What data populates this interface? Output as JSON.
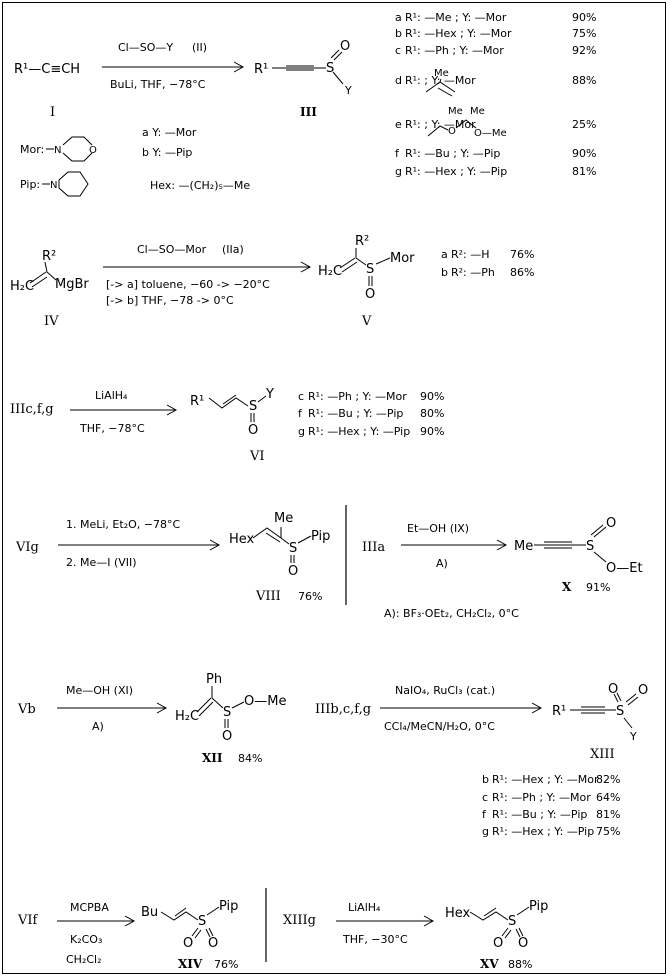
{
  "blocks": [
    {
      "reactant_text": "R¹—C≡CH",
      "reactant_label": "I",
      "reagent_top": "Cl—SO—Y",
      "reagent_top_num": "(II)",
      "conditions": "BuLi,   THF,   −78°C",
      "product_label": "III",
      "table": [
        {
          "k": "a",
          "r": "R¹: —Me ; Y: —Mor",
          "y": "90%"
        },
        {
          "k": "b",
          "r": "R¹: —Hex ; Y: —Mor",
          "y": "75%"
        },
        {
          "k": "c",
          "r": "R¹: —Ph ; Y: —Mor",
          "y": "92%"
        },
        {
          "k": "d",
          "r": "R¹:               ; Y: —Mor",
          "y": "88%"
        },
        {
          "k": "e",
          "r": "R¹:                            ; Y: —Mor",
          "y": "25%"
        },
        {
          "k": "f",
          "r": "R¹: —Bu ; Y: —Pip",
          "y": "90%"
        },
        {
          "k": "g",
          "r": "R¹: —Hex ; Y: —Pip",
          "y": "81%"
        }
      ],
      "ylegend": [
        "a  Y: —Mor",
        "b  Y: —Pip"
      ],
      "mor": "Mor:",
      "pip": "Pip:",
      "hex": "Hex:  —(CH₂)₅—Me"
    },
    {
      "reactant_label": "IV",
      "reagent_top": "Cl—SO—Mor",
      "reagent_top_num": "(IIa)",
      "cond1": "[-> a]  toluene,  −60 -> −20°C",
      "cond2": "[-> b]  THF,   −78 -> 0°C",
      "product_label": "V",
      "table": [
        {
          "k": "a",
          "r": "R²: —H",
          "y": "76%"
        },
        {
          "k": "b",
          "r": "R²: —Ph",
          "y": "86%"
        }
      ]
    },
    {
      "reactant_text": "IIIc,f,g",
      "reagent_top": "LiAlH₄",
      "conditions": "THF,   −78°C",
      "product_label": "VI",
      "table": [
        {
          "k": "c",
          "r": "R¹: —Ph ; Y: —Mor",
          "y": "90%"
        },
        {
          "k": "f",
          "r": "R¹: —Bu ; Y: —Pip",
          "y": "80%"
        },
        {
          "k": "g",
          "r": "R¹: —Hex ; Y: —Pip",
          "y": "90%"
        }
      ]
    },
    {
      "left_reactant": "VIg",
      "left_cond1": "1. MeLi,    Et₂O,   −78°C",
      "left_cond2": "2. Me—I     (VII)",
      "left_product_label": "VIII",
      "left_yield": "76%",
      "right_reactant": "IIIa",
      "right_reagent": "Et—OH     (IX)",
      "right_cond": "A)",
      "right_product_text": "Me—C≡C—S",
      "right_product_label": "X",
      "right_yield": "91%",
      "footnote": "A):   BF₃·OEt₂,    CH₂Cl₂,     0°C"
    },
    {
      "left_reactant": "Vb",
      "left_reagent": "Me—OH     (XI)",
      "left_cond": "A)",
      "left_product_label": "XII",
      "left_yield": "84%",
      "right_reactant": "IIIb,c,f,g",
      "right_reagent": "NaIO₄,    RuCl₃  (cat.)",
      "right_cond": "CCl₄/MeCN/H₂O,     0°C",
      "right_product_label": "XIII",
      "table": [
        {
          "k": "b",
          "r": "R¹: —Hex ; Y: —Mor",
          "y": "82%"
        },
        {
          "k": "c",
          "r": "R¹: —Ph ; Y: —Mor",
          "y": "64%"
        },
        {
          "k": "f",
          "r": "R¹: —Bu ; Y: —Pip",
          "y": "81%"
        },
        {
          "k": "g",
          "r": "R¹: —Hex ; Y: —Pip",
          "y": "75%"
        }
      ]
    },
    {
      "left_reactant": "VIf",
      "left_reagent": "MCPBA",
      "left_cond1": "K₂CO₃",
      "left_cond2": "CH₂Cl₂",
      "left_product_label": "XIV",
      "left_yield": "76%",
      "right_reactant": "XIIIg",
      "right_reagent": "LiAlH₄",
      "right_cond": "THF,   −30°C",
      "right_product_label": "XV",
      "right_yield": "88%"
    }
  ],
  "atoms": {
    "S": "S",
    "O": "O",
    "Y": "Y",
    "R1": "R¹",
    "R2": "R²",
    "Mor": "Mor",
    "Pip": "Pip",
    "Me": "Me",
    "Hex": "Hex",
    "Bu": "Bu",
    "Et": "Et",
    "Ph": "Ph",
    "H2C": "H₂C",
    "MgBr": "MgBr",
    "N": "N",
    "OMe": "O—Me",
    "OEt": "O—Et",
    "HexMinus": "Hex—",
    "BuMinus": "Bu—"
  }
}
